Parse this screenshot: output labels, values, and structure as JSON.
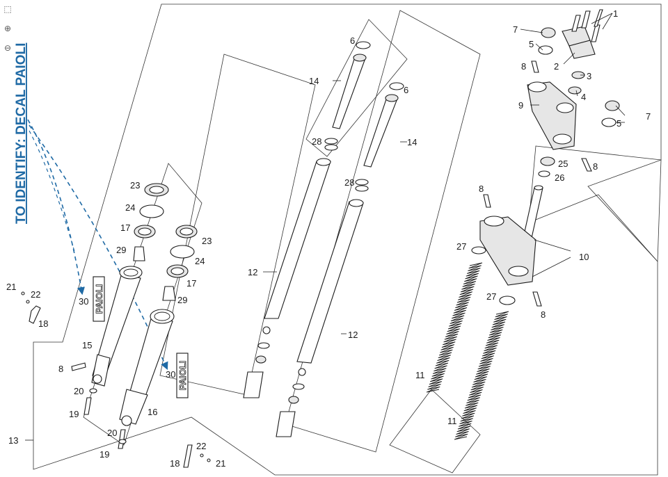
{
  "toolbar": {
    "fit_icon": "fit-screen-icon",
    "zoom_in_icon": "zoom-in-icon",
    "zoom_out_icon": "zoom-out-icon"
  },
  "note": {
    "text": "TO IDENTIFY: DECAL PAIOLI",
    "color": "#1f6aa5"
  },
  "decal_text": "PAIOLI",
  "labels": {
    "l1": "1",
    "l2": "2",
    "l3": "3",
    "l4": "4",
    "l5a": "5",
    "l5b": "5",
    "l6a": "6",
    "l6b": "6",
    "l7a": "7",
    "l7b": "7",
    "l8a": "8",
    "l8b": "8",
    "l8c": "8",
    "l8d": "8",
    "l8e": "8",
    "l9": "9",
    "l10": "10",
    "l11a": "11",
    "l11b": "11",
    "l12a": "12",
    "l12b": "12",
    "l13": "13",
    "l14a": "14",
    "l14b": "14",
    "l15": "15",
    "l16": "16",
    "l17a": "17",
    "l17b": "17",
    "l18a": "18",
    "l18b": "18",
    "l19a": "19",
    "l19b": "19",
    "l20a": "20",
    "l20b": "20",
    "l21a": "21",
    "l21b": "21",
    "l22a": "22",
    "l22b": "22",
    "l23a": "23",
    "l23b": "23",
    "l24a": "24",
    "l24b": "24",
    "l25": "25",
    "l26": "26",
    "l27a": "27",
    "l27b": "27",
    "l28a": "28",
    "l28b": "28",
    "l29a": "29",
    "l29b": "29",
    "l30a": "30",
    "l30b": "30"
  }
}
